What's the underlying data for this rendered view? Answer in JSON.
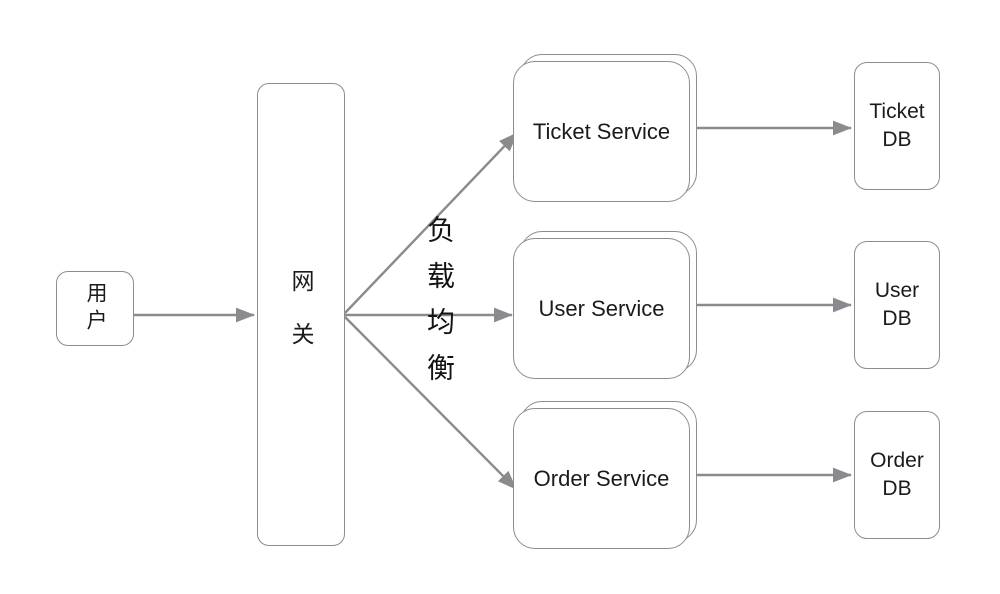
{
  "diagram": {
    "title": "microservice-gateway-architecture",
    "background_color": "#ffffff",
    "node_border_color": "#8c8c93",
    "edge_color": "#8a8a8f",
    "text_color": "#1b1b1b",
    "nodes": {
      "user": {
        "label": "用户"
      },
      "gateway": {
        "label": "网关"
      },
      "services": [
        {
          "id": "ticket-service",
          "label": "Ticket Service"
        },
        {
          "id": "user-service",
          "label": "User Service"
        },
        {
          "id": "order-service",
          "label": "Order Service"
        }
      ],
      "databases": [
        {
          "id": "ticket-db",
          "line1": "Ticket",
          "line2": "DB"
        },
        {
          "id": "user-db",
          "line1": "User",
          "line2": "DB"
        },
        {
          "id": "order-db",
          "line1": "Order",
          "line2": "DB"
        }
      ]
    },
    "edge_labels": {
      "load_balance": "负载均衡"
    }
  }
}
